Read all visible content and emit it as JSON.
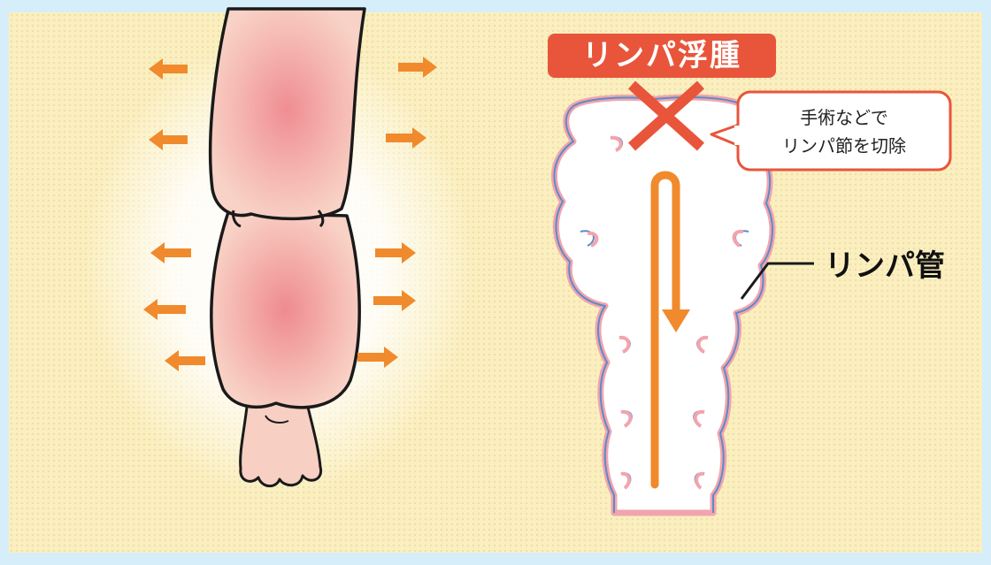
{
  "title_badge": {
    "text": "リンパ浮腫",
    "color": "#e8553b"
  },
  "callout": {
    "line1": "手術などで",
    "line2": "リンパ節を切除"
  },
  "vessel_label": "リンパ管",
  "colors": {
    "background": "#fbefc0",
    "border": "#d6eefa",
    "skin": "#f7cfc3",
    "swelling_red": "#ee8f95",
    "arrow_orange": "#f08a2c",
    "cross_red": "#e8553b",
    "vessel_pink": "#f2a4ae",
    "vessel_blue": "#5a8cc8"
  },
  "icons": [
    "outward-arrow-icon",
    "cross-icon",
    "downward-arrow-icon"
  ]
}
